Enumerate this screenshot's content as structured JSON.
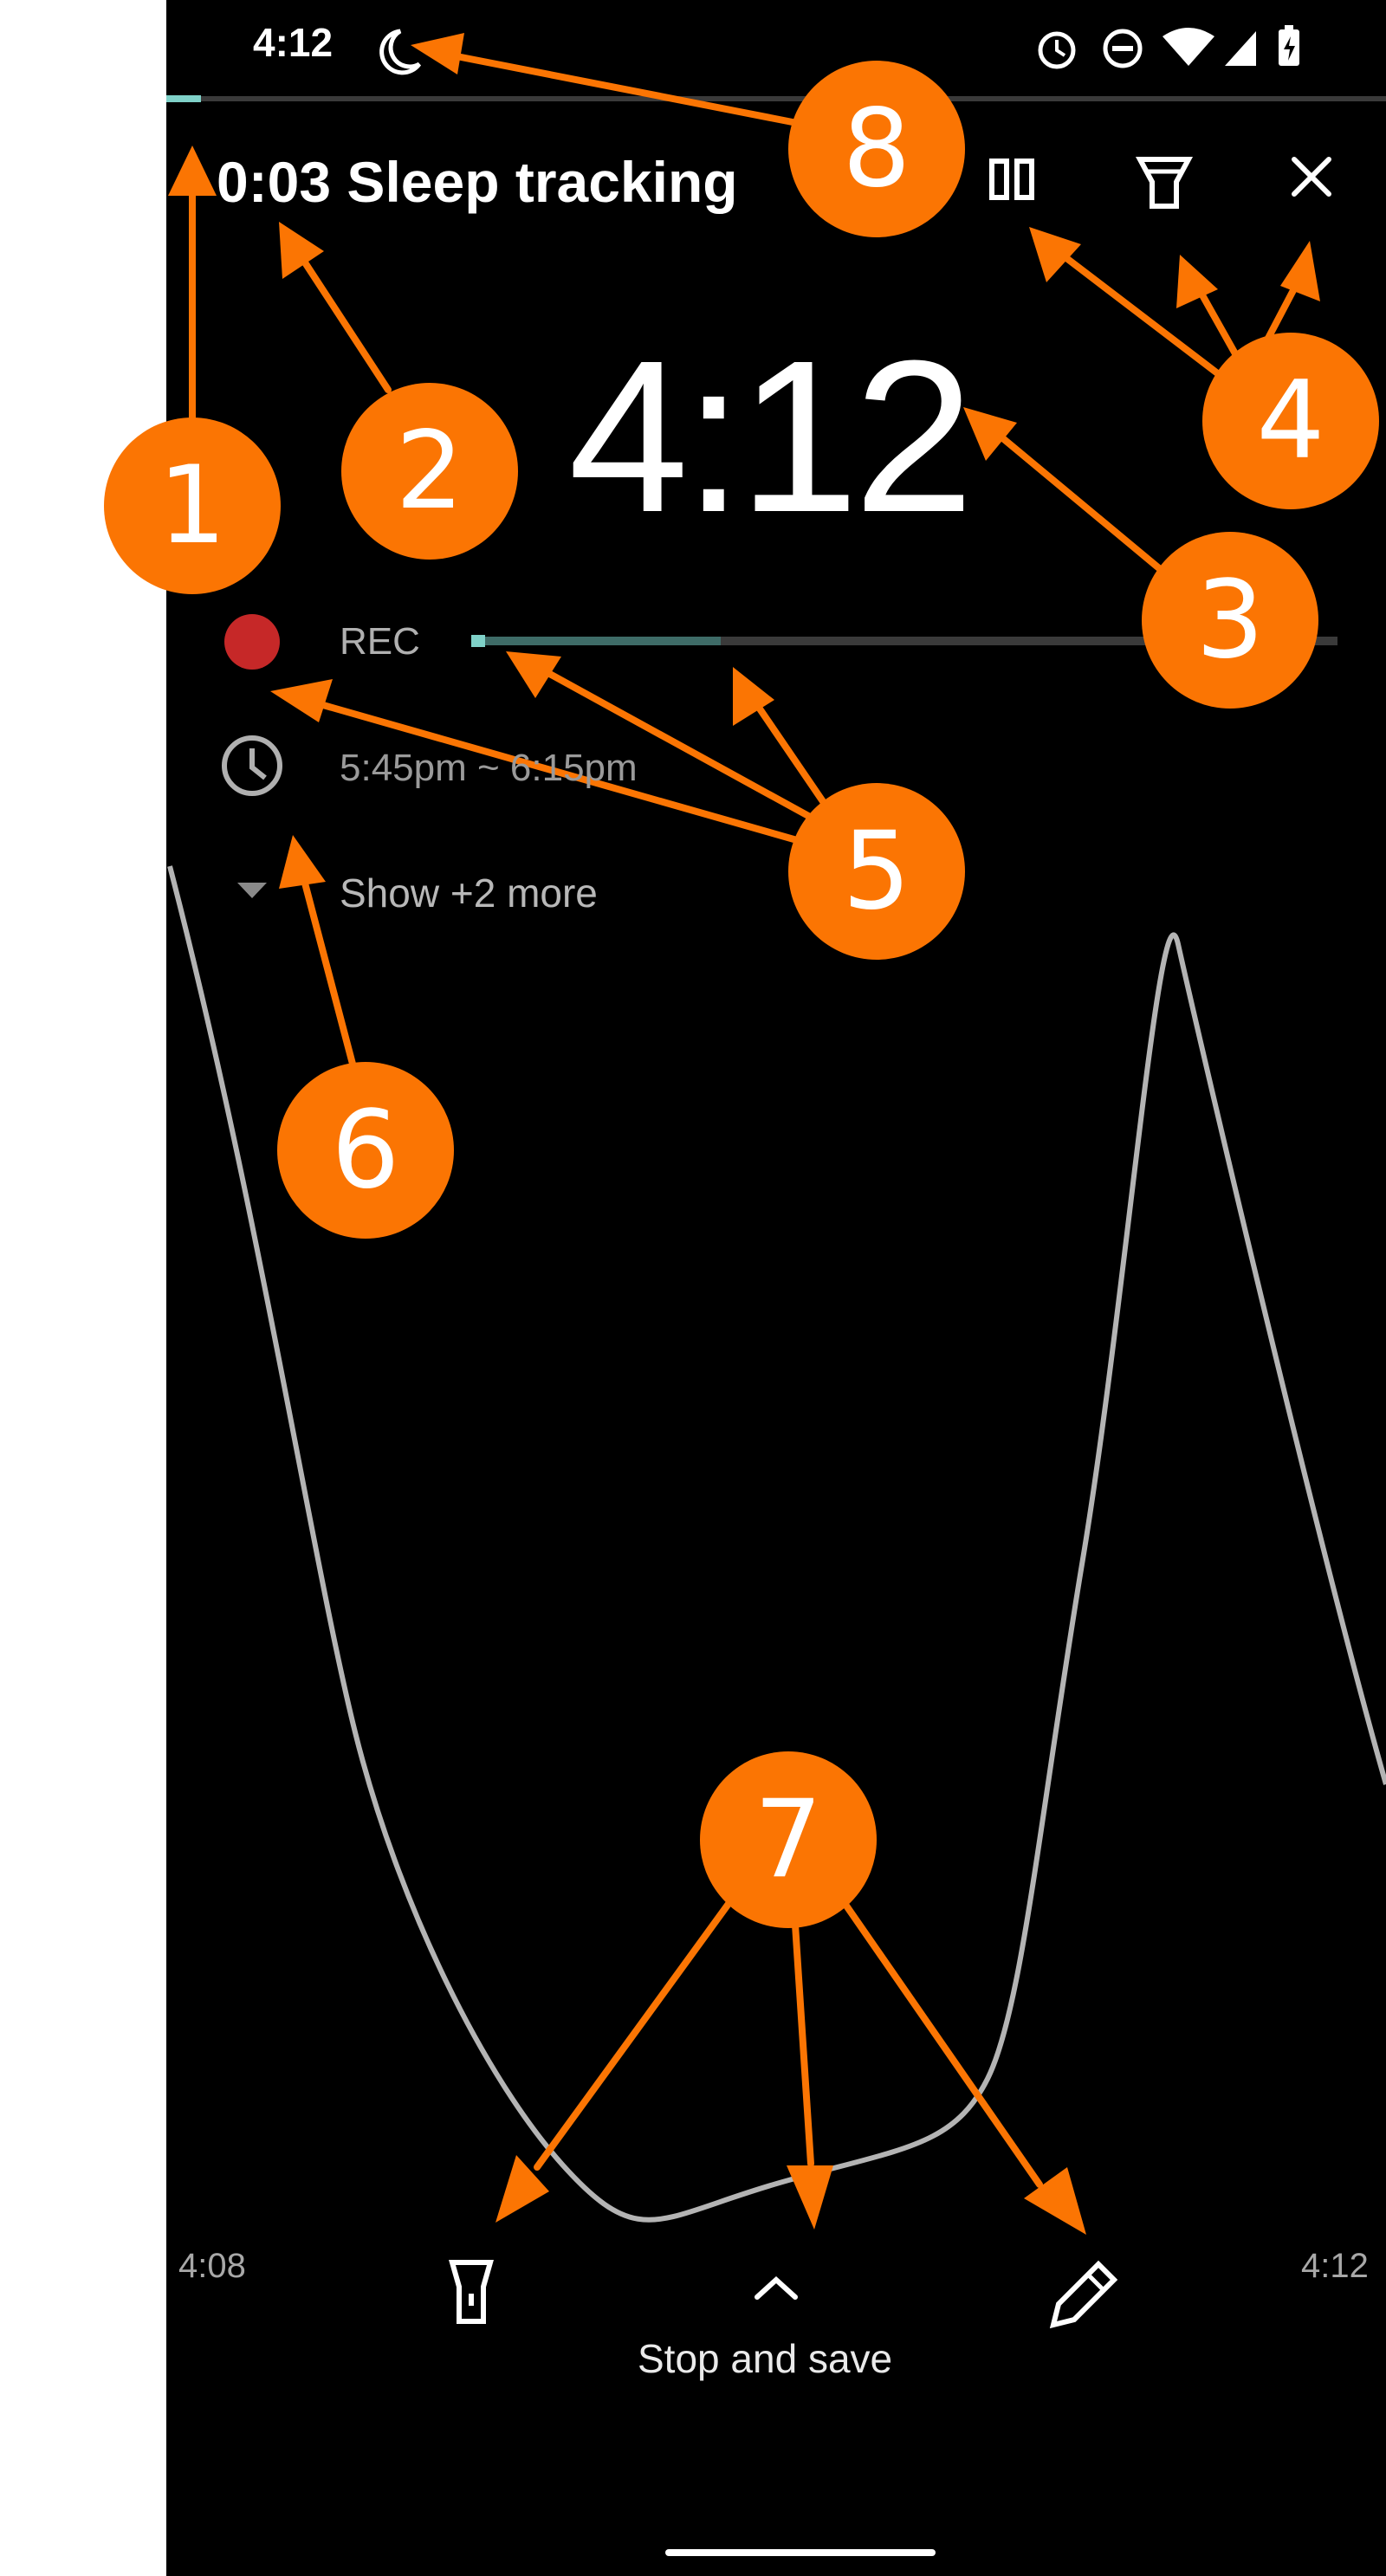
{
  "status_bar": {
    "time": "4:12"
  },
  "header": {
    "title": "0:03 Sleep tracking"
  },
  "clock": {
    "time": "4:12"
  },
  "recording": {
    "label": "REC",
    "progress": 0.03
  },
  "schedule": {
    "window": "5:45pm ~ 6:15pm"
  },
  "more": {
    "label": "Show +2 more"
  },
  "graph": {
    "start_label": "4:08",
    "end_label": "4:12"
  },
  "bottom": {
    "stop_label": "Stop and save"
  },
  "annotations": [
    "1",
    "2",
    "3",
    "4",
    "5",
    "6",
    "7",
    "8"
  ],
  "colors": {
    "accent": "#FB7503",
    "teal": "#7FD1C8",
    "rec_dot": "#C62828"
  }
}
